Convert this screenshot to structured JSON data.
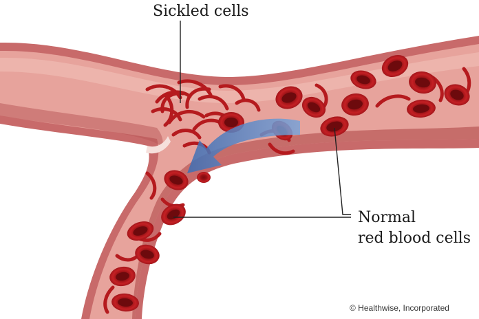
{
  "labels": {
    "sickled": "Sickled cells",
    "normal_line1": "Normal",
    "normal_line2": "red blood cells",
    "credit": "© Healthwise, Incorporated"
  },
  "colors": {
    "vessel_wall": "#c86a6a",
    "vessel_lumen": "#e7a39c",
    "vessel_highlight": "#f6cfc8",
    "vessel_shadow": "#a84848",
    "cell_rim": "#b3161a",
    "cell_center": "#7c0a0e",
    "sickle": "#b51a1e",
    "arrow": "#4d7fc1",
    "leader_line": "#222222"
  },
  "icons": {
    "flow_arrow": "curved-arrow-icon"
  }
}
